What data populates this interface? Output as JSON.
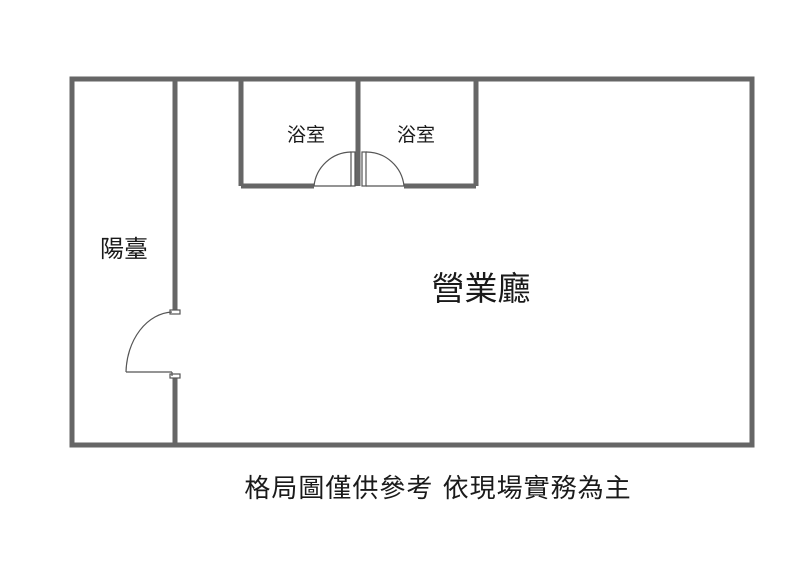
{
  "rooms": {
    "balcony": "陽臺",
    "bathroom_1": "浴室",
    "bathroom_2": "浴室",
    "lobby": "營業廳"
  },
  "caption": "格局圖僅供參考 依現場實務為主",
  "colors": {
    "wall": "#666666",
    "door": "#555555",
    "text": "#1a1a1a",
    "background": "#ffffff"
  }
}
